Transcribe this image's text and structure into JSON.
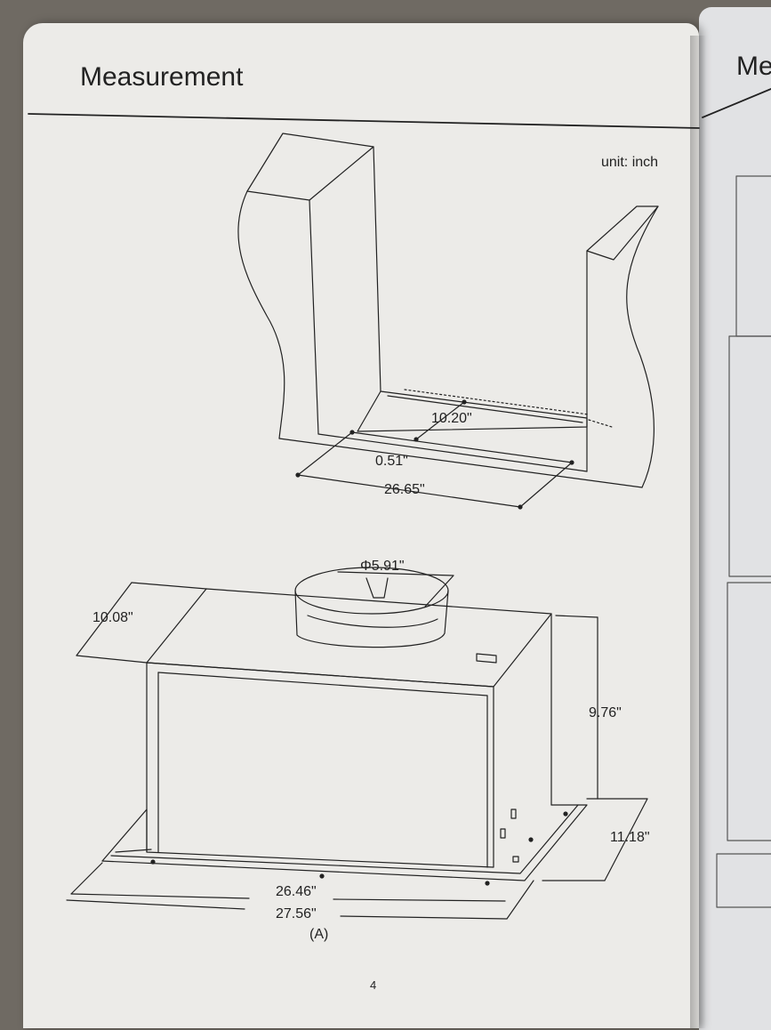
{
  "page": {
    "title": "Measurement",
    "next_page_title": "Me",
    "unit": "unit: inch",
    "page_number": "4",
    "figure_label": "(A)"
  },
  "cutout": {
    "depth": "10.20\"",
    "inset": "0.51\"",
    "width": "26.65\""
  },
  "hood": {
    "duct_diameter": "Φ5.91\"",
    "top_depth": "10.08\"",
    "height": "9.76\"",
    "bottom_depth": "11.18\"",
    "inner_width": "26.46\"",
    "outer_width": "27.56\""
  },
  "colors": {
    "paper": "#ecebe8",
    "ink": "#222222",
    "background": "#6f6a63"
  }
}
